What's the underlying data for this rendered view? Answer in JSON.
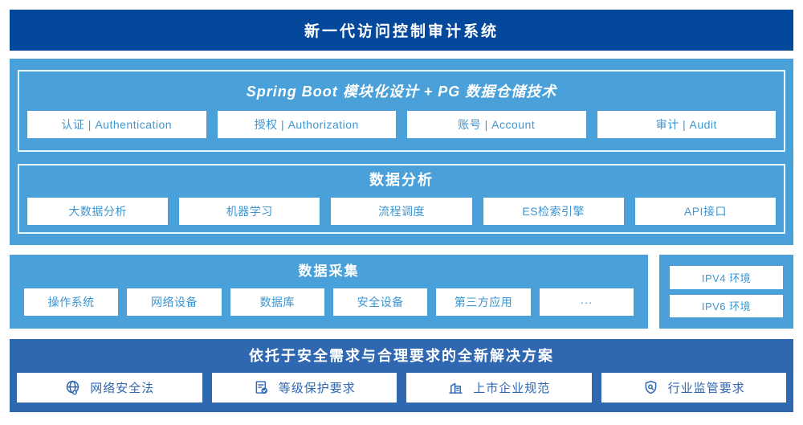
{
  "banner": {
    "title": "新一代访问控制审计系统"
  },
  "platform": {
    "spring": {
      "title": "Spring Boot 模块化设计 + PG 数据仓储技术",
      "items": [
        "认证 | Authentication",
        "授权 | Authorization",
        "账号 | Account",
        "审计 | Audit"
      ]
    },
    "analysis": {
      "title": "数据分析",
      "items": [
        "大数据分析",
        "机器学习",
        "流程调度",
        "ES检索引擎",
        "API接口"
      ]
    }
  },
  "collection": {
    "title": "数据采集",
    "items": [
      "操作系统",
      "网络设备",
      "数据库",
      "安全设备",
      "第三方应用",
      "···"
    ],
    "env": {
      "items": [
        "IPV4 环境",
        "IPV6 环境"
      ]
    }
  },
  "solution": {
    "title": "依托于安全需求与合理要求的全新解决方案",
    "items": [
      {
        "icon": "globe-icon",
        "label": "网络安全法"
      },
      {
        "icon": "document-check-icon",
        "label": "等级保护要求"
      },
      {
        "icon": "buildings-icon",
        "label": "上市企业规范"
      },
      {
        "icon": "shield-search-icon",
        "label": "行业监管要求"
      }
    ]
  },
  "colors": {
    "banner_bg": "#04489b",
    "section_bg": "#4aa1d9",
    "solution_bg": "#2f67b0",
    "chip_text": "#3c96d2",
    "solution_chip_text": "#2f67b0"
  }
}
